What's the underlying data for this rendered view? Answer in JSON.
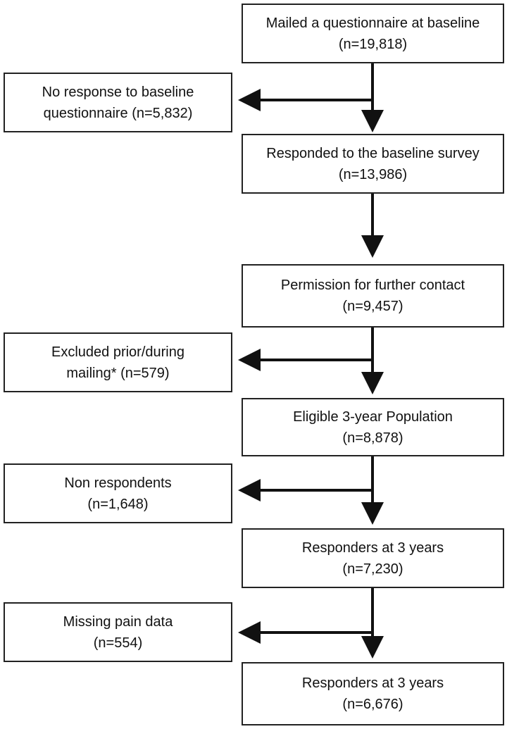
{
  "flowchart": {
    "main_steps": [
      {
        "line1": "Mailed a questionnaire at baseline",
        "line2": "(n=19,818)"
      },
      {
        "line1": "Responded to the baseline survey",
        "line2": "(n=13,986)"
      },
      {
        "line1": "Permission for further contact",
        "line2": "(n=9,457)"
      },
      {
        "line1": "Eligible 3-year Population",
        "line2": "(n=8,878)"
      },
      {
        "line1": "Responders at 3 years",
        "line2": "(n=7,230)"
      },
      {
        "line1": "Responders at 3 years",
        "line2": "(n=6,676)"
      }
    ],
    "exclusions": [
      {
        "line1": "No response to baseline",
        "line2": "questionnaire (n=5,832)"
      },
      {
        "line1": "Excluded prior/during",
        "line2": "mailing*  (n=579)"
      },
      {
        "line1": "Non respondents",
        "line2": "(n=1,648)"
      },
      {
        "line1": "Missing pain data",
        "line2": "(n=554)"
      }
    ]
  }
}
